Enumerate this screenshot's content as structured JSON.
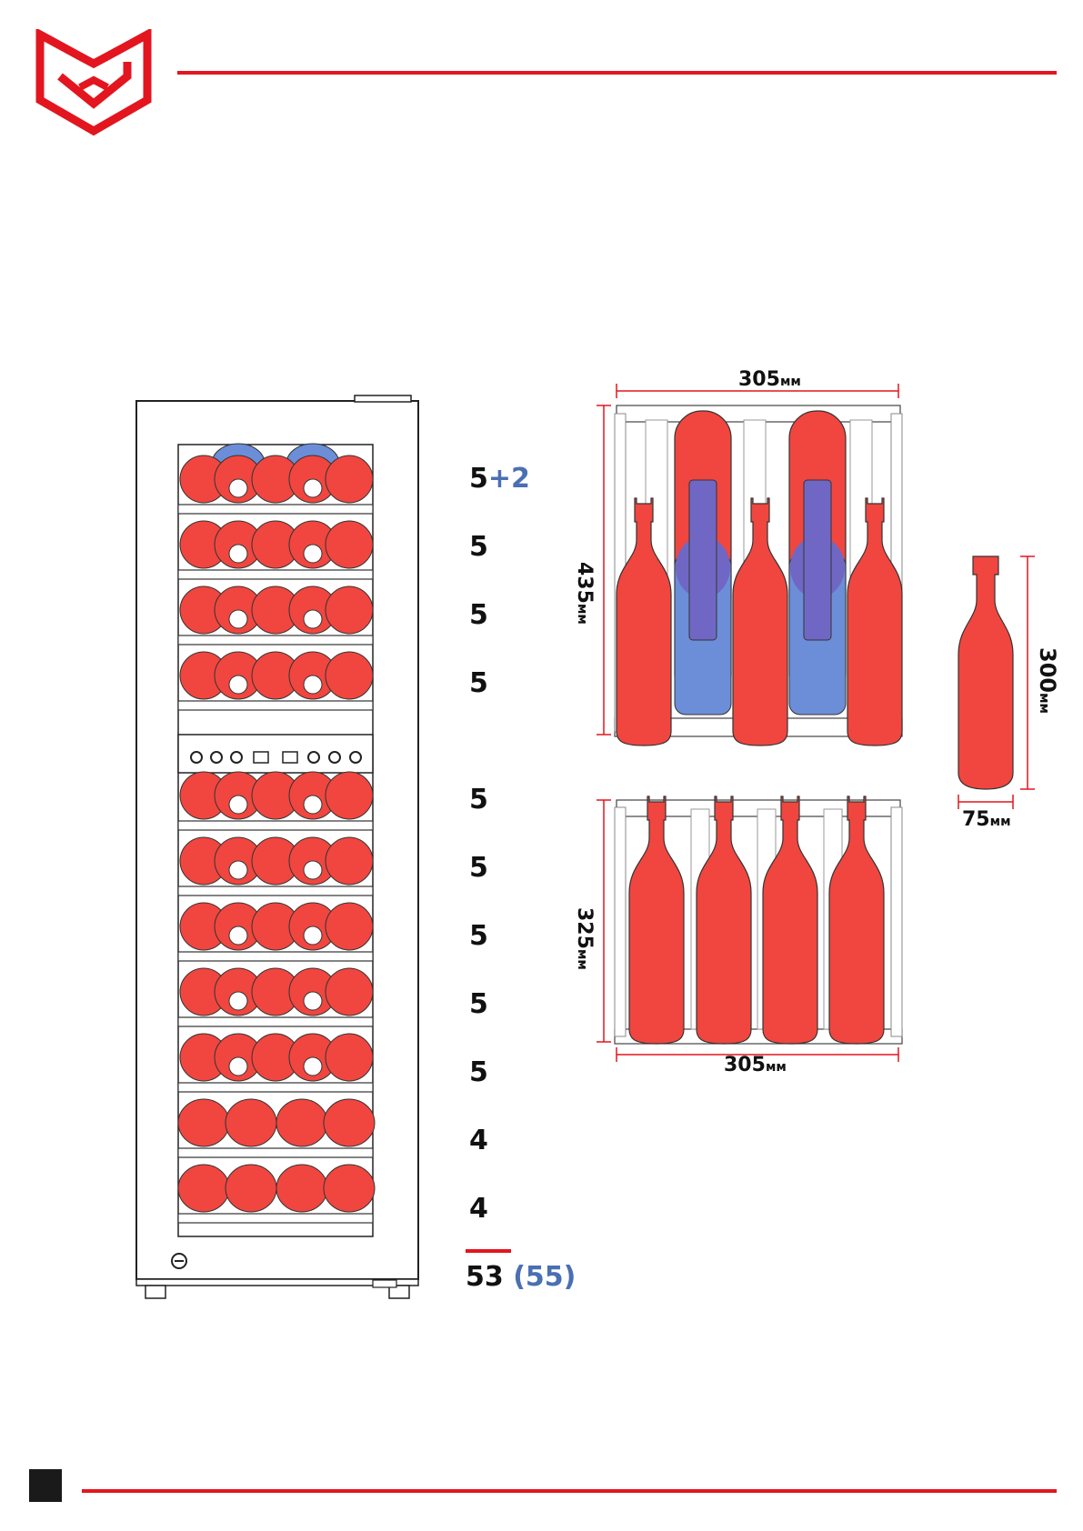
{
  "brand": {
    "logo": "logo-icon",
    "accent_color": "#e3151e",
    "bottle_color": "#f0463f",
    "extra_bottle_color": "#6c8ed8"
  },
  "shelf_counts": [
    {
      "main": "5",
      "extra": "+2"
    },
    {
      "main": "5",
      "extra": ""
    },
    {
      "main": "5",
      "extra": ""
    },
    {
      "main": "5",
      "extra": ""
    },
    {
      "main": "5",
      "extra": ""
    },
    {
      "main": "5",
      "extra": ""
    },
    {
      "main": "5",
      "extra": ""
    },
    {
      "main": "5",
      "extra": ""
    },
    {
      "main": "5",
      "extra": ""
    },
    {
      "main": "4",
      "extra": ""
    },
    {
      "main": "4",
      "extra": ""
    }
  ],
  "total": {
    "main": "53",
    "extra": "(55)"
  },
  "dimensions": {
    "shelf_top_width": {
      "value": "305",
      "unit": "мм"
    },
    "shelf_top_depth": {
      "value": "435",
      "unit": "мм"
    },
    "shelf_bottom_depth": {
      "value": "325",
      "unit": "мм"
    },
    "shelf_bottom_width": {
      "value": "305",
      "unit": "мм"
    },
    "bottle_height": {
      "value": "300",
      "unit": "мм"
    },
    "bottle_diameter": {
      "value": "75",
      "unit": "мм"
    }
  },
  "control_panel_icons": [
    "settings-icon",
    "up-icon",
    "down-icon",
    "display-icon",
    "display-icon",
    "up-icon",
    "down-icon",
    "power-icon"
  ]
}
